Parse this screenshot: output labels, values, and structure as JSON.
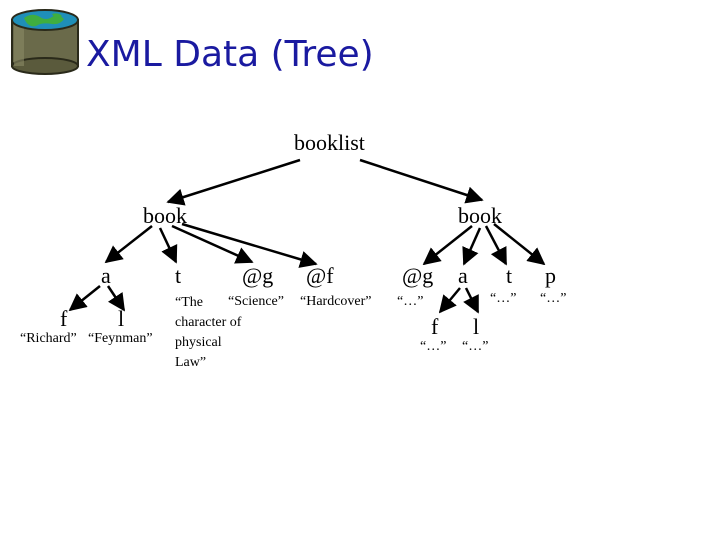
{
  "title": "XML Data (Tree)",
  "nodes": {
    "root": "booklist",
    "book1": "book",
    "book2": "book",
    "b1_a": "a",
    "b1_t": "t",
    "b1_g": "@g",
    "b1_f": "@f",
    "b1_a_f": "f",
    "b1_a_l": "l",
    "b1_a_f_val": "“Richard”",
    "b1_a_l_val": "“Feynman”",
    "b1_t_val_1": "“The",
    "b1_t_val_2": "character of",
    "b1_t_val_3": "physical",
    "b1_t_val_4": "Law”",
    "b1_g_val": "“Science”",
    "b1_f_val": "“Hardcover”",
    "b2_g": "@g",
    "b2_a": "a",
    "b2_t": "t",
    "b2_p": "p",
    "b2_g_val": "“…”",
    "b2_t_val": "“…”",
    "b2_p_val": "“…”",
    "b2_a_f": "f",
    "b2_a_l": "l",
    "b2_a_f_val": "“…”",
    "b2_a_l_val": "“…”"
  },
  "colors": {
    "title": "#1a1aa0",
    "edges": "#000000"
  },
  "icon": "database-globe-icon"
}
